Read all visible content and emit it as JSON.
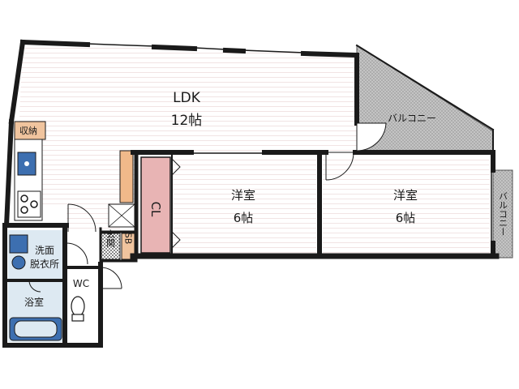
{
  "rooms": {
    "ldk": {
      "name": "LDK",
      "size": "12帖"
    },
    "western_room_1": {
      "name": "洋室",
      "size": "6帖"
    },
    "western_room_2": {
      "name": "洋室",
      "size": "6帖"
    },
    "balcony_top": {
      "name": "バルコニー"
    },
    "balcony_side": {
      "name": "バルコニー"
    },
    "closet": {
      "name": "CL"
    },
    "storage": {
      "name": "収納"
    },
    "washroom": {
      "line1": "洗面",
      "line2": "脱衣所"
    },
    "toilet": {
      "name": "WC"
    },
    "bathroom": {
      "name": "浴室"
    },
    "entrance": {
      "name": "玄関"
    },
    "shoe_box": {
      "name": "SB"
    }
  },
  "colors": {
    "wall": "#1a1a1a",
    "floor_lines": "#f1e4e4",
    "balcony": "#bdbdbd",
    "closet": "#e8b4b4",
    "storage_accent": "#f0b98a",
    "wet_area": "#dde9f2",
    "sink_blue": "#3d6fb0"
  }
}
